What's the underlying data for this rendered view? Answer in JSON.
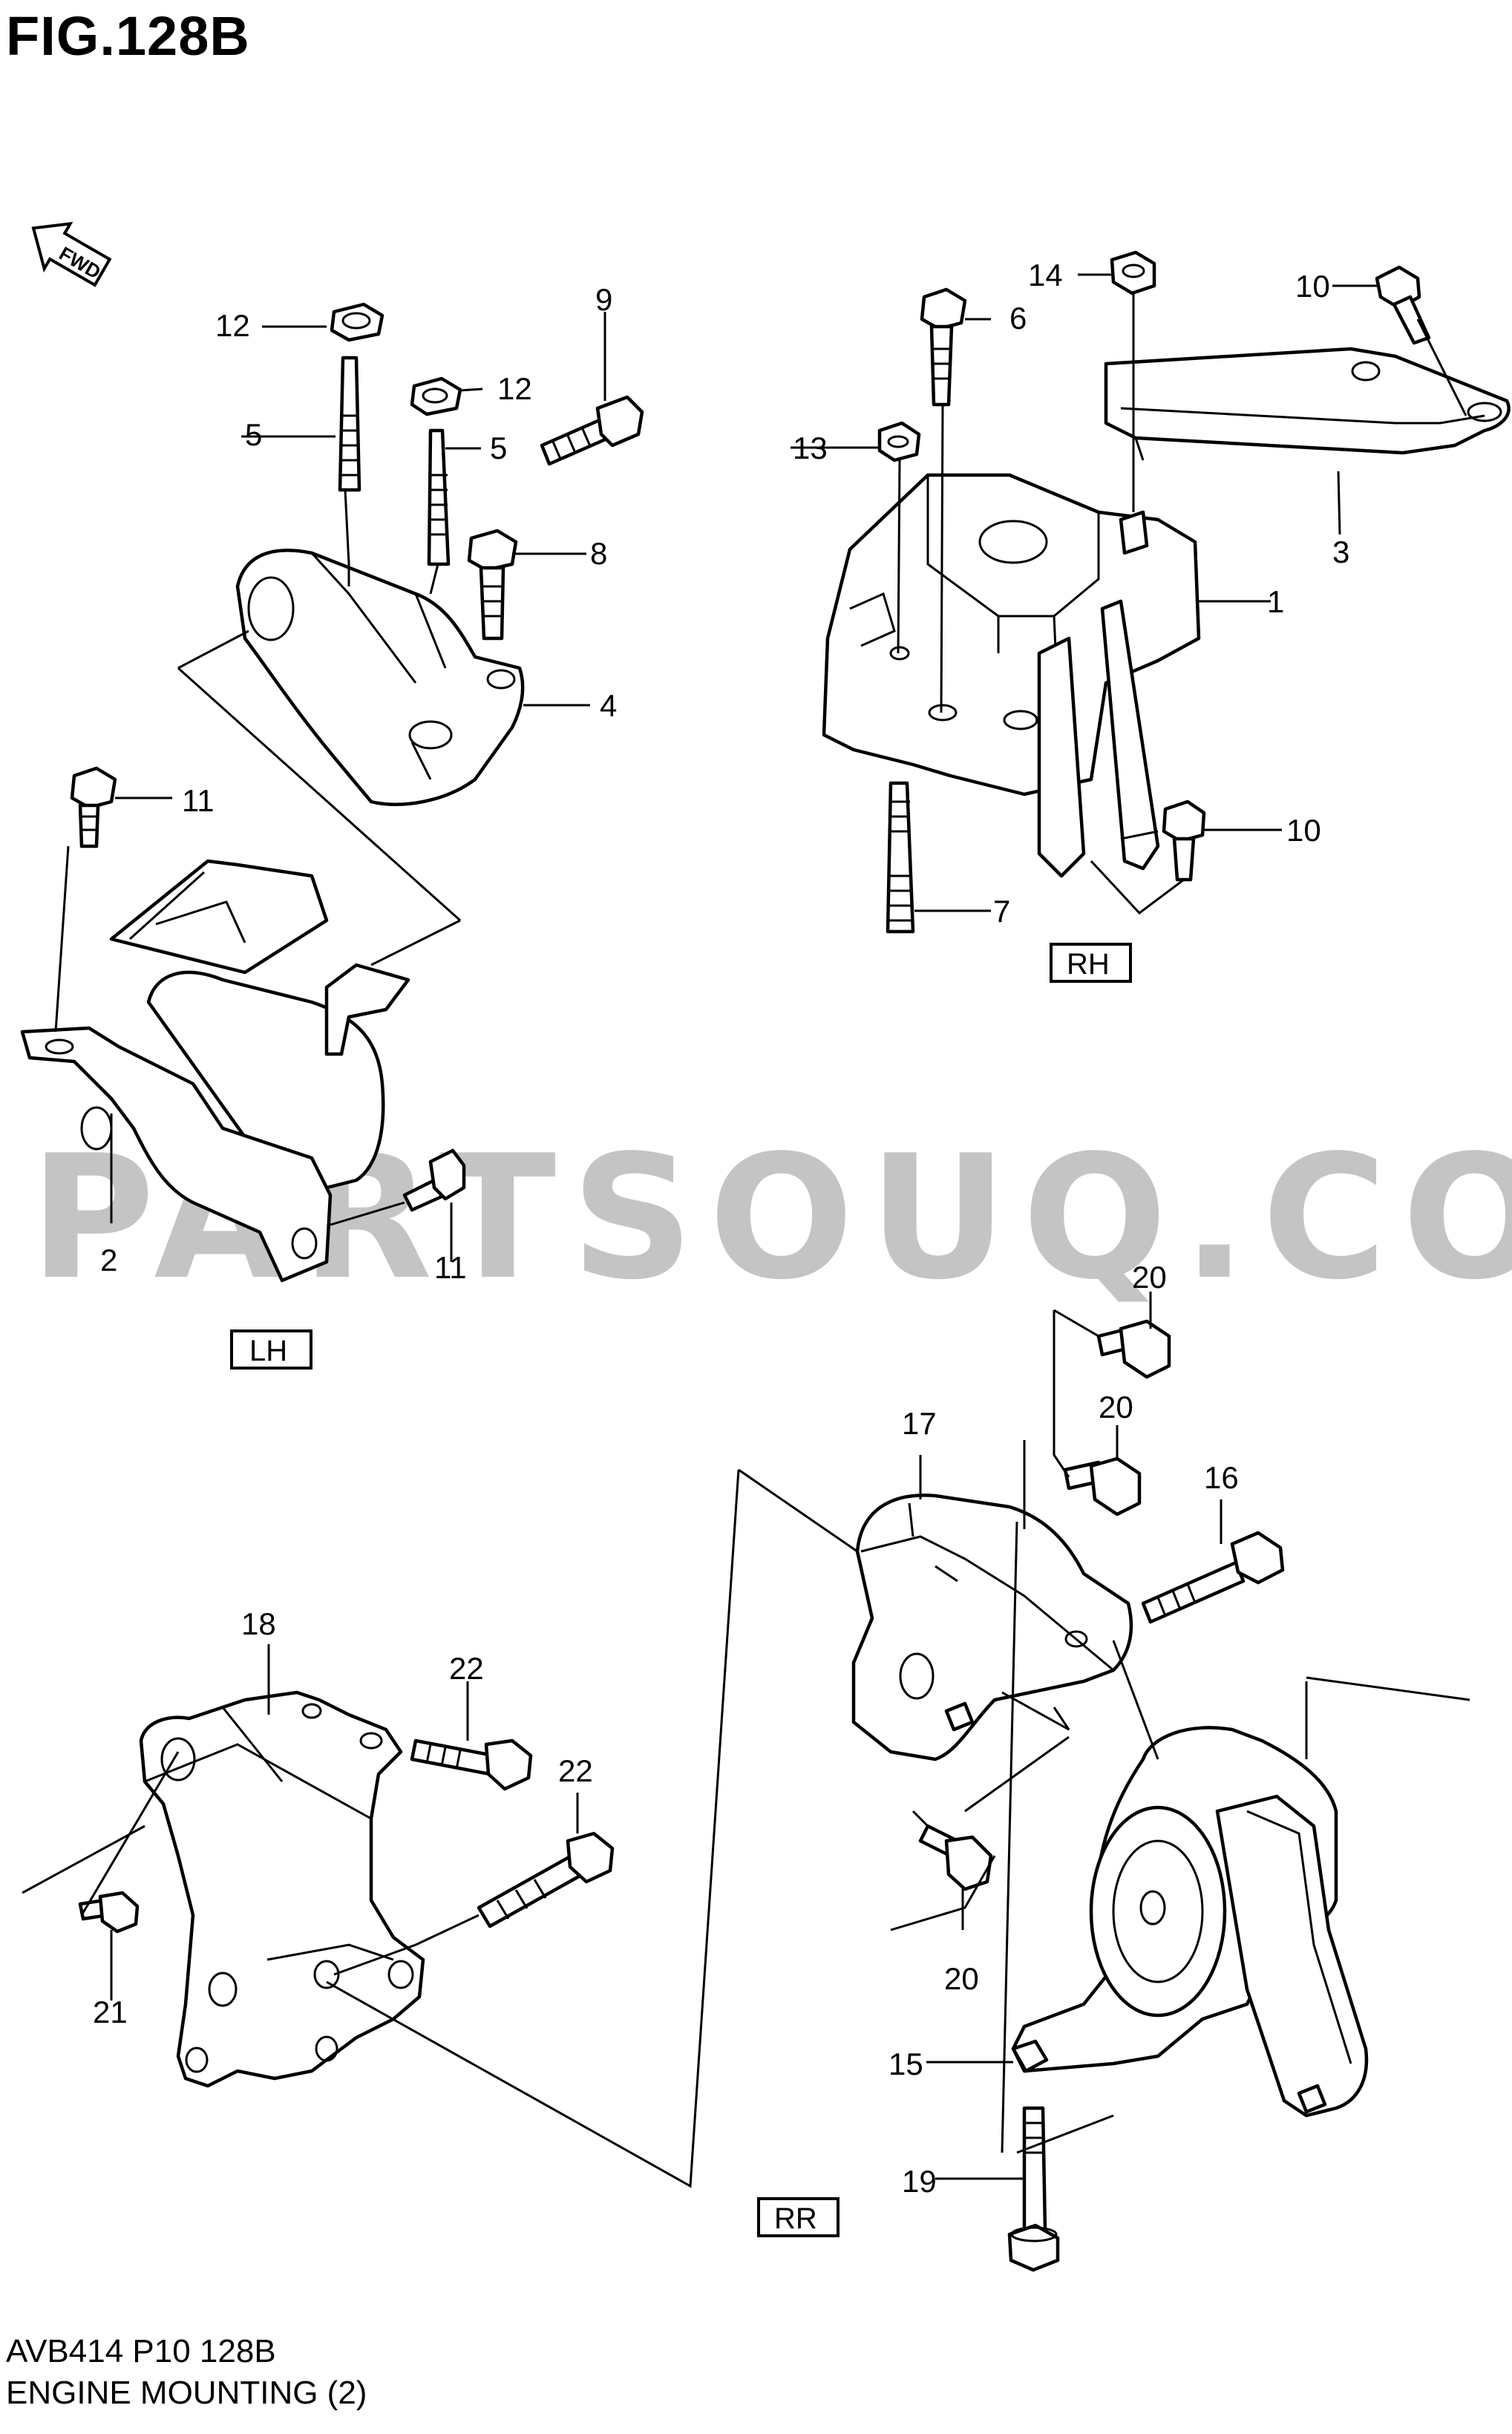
{
  "figure": {
    "title": "FIG.128B"
  },
  "fwd_label": "FWD",
  "watermark": "PARTSOUQ.COM",
  "views": {
    "lh": "LH",
    "rh": "RH",
    "rr": "RR"
  },
  "callouts": {
    "c12a": "12",
    "c5a": "5",
    "c12b": "12",
    "c5b": "5",
    "c9": "9",
    "c8": "8",
    "c4": "4",
    "c11a": "11",
    "c2": "2",
    "c11b": "11",
    "c14": "14",
    "c6": "6",
    "c10a": "10",
    "c13": "13",
    "c3": "3",
    "c1": "1",
    "c10b": "10",
    "c7": "7",
    "c20a": "20",
    "c20b": "20",
    "c17": "17",
    "c16": "16",
    "c20c": "20",
    "c15": "15",
    "c19": "19",
    "c18": "18",
    "c22a": "22",
    "c22b": "22",
    "c21": "21"
  },
  "footer": {
    "code": "AVB414 P10 128B",
    "name": "ENGINE MOUNTING (2)"
  }
}
